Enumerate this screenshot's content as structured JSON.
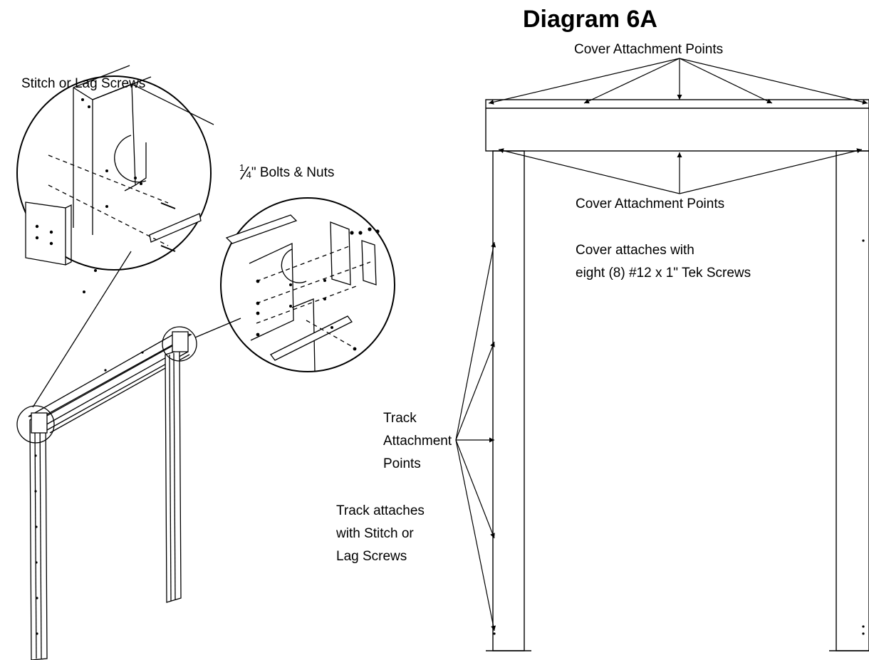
{
  "title": "Diagram 6A",
  "labels": {
    "stitch_lag_screws": "Stitch or Lag Screws",
    "bolts_fraction_numerator": "1",
    "bolts_fraction_denominator": "4",
    "bolts_nuts_suffix": "\" Bolts & Nuts",
    "cover_points_top": "Cover Attachment Points",
    "cover_points_bottom": "Cover Attachment Points",
    "cover_attaches_line1": "Cover attaches with",
    "cover_attaches_line2": "eight (8) #12 x 1\" Tek Screws",
    "track_points_line1": "Track",
    "track_points_line2": "Attachment",
    "track_points_line3": "Points",
    "track_attaches_line1": "Track attaches",
    "track_attaches_line2": "with Stitch or",
    "track_attaches_line3": "Lag Screws"
  },
  "colors": {
    "line": "#000000",
    "background": "#ffffff"
  }
}
